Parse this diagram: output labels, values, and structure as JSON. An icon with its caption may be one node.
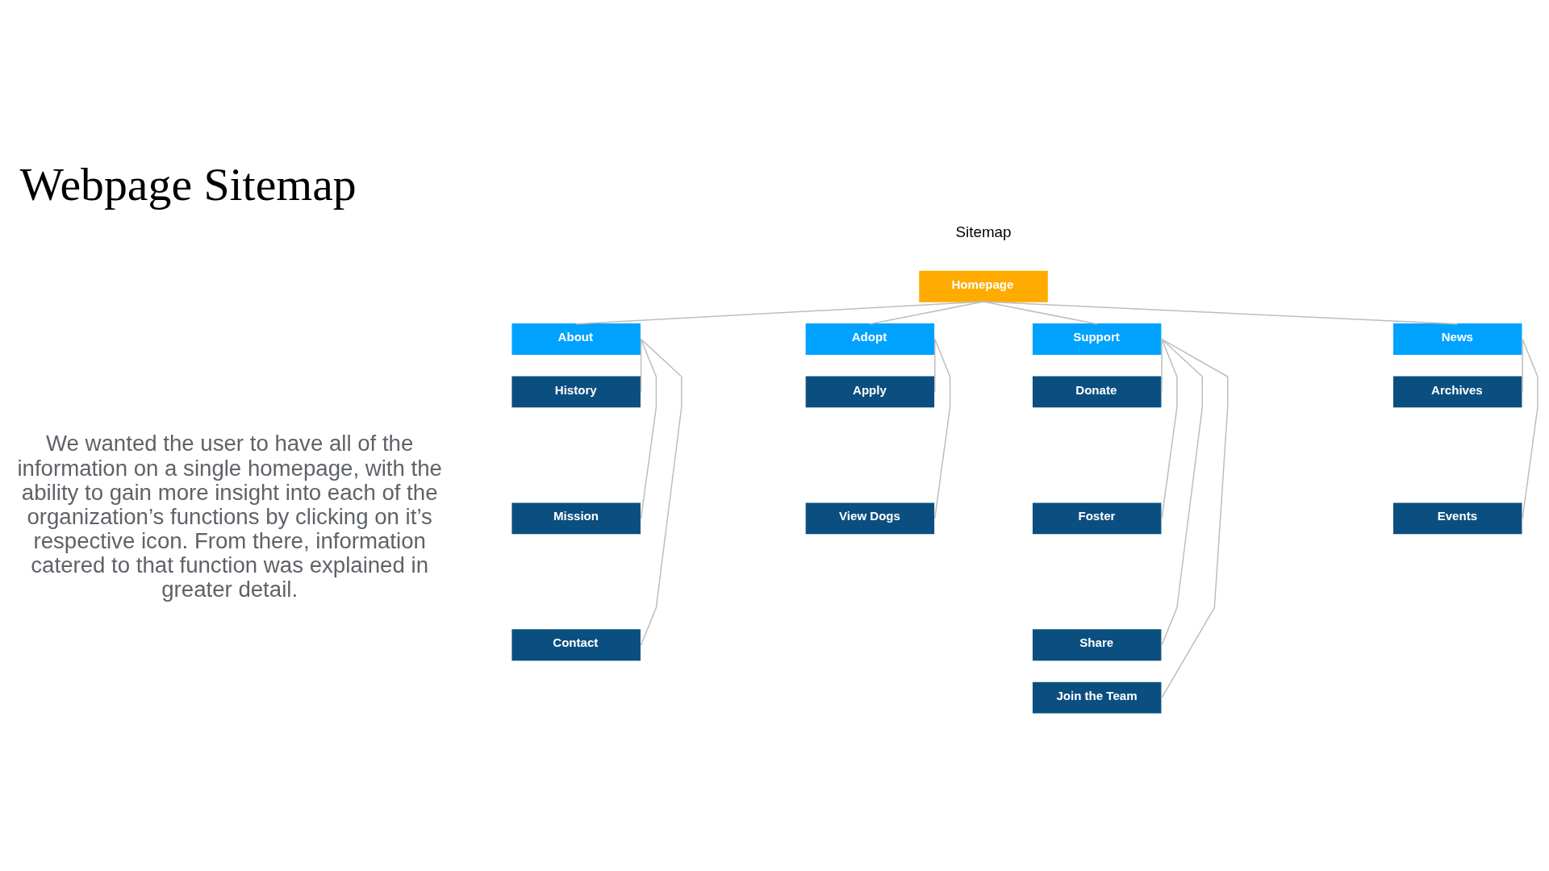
{
  "diagram": {
    "title": "Webpage Sitemap",
    "nodes": [
      {
        "text": [
          "Homepage"
        ]
      },
      {
        "text": [
          "About"
        ]
      },
      {
        "text": [
          "Adopt"
        ]
      },
      {
        "text": [
          "Support"
        ]
      },
      {
        "text": [
          "News"
        ]
      },
      {
        "text": [
          "History"
        ]
      },
      {
        "text": [
          "Mission"
        ]
      },
      {
        "text": [
          "Contact"
        ]
      },
      {
        "text": [
          "Apply"
        ]
      },
      {
        "text": [
          "View Dogs"
        ]
      },
      {
        "text": [
          "Donate"
        ]
      },
      {
        "text": [
          "Foster"
        ]
      },
      {
        "text": [
          "Share"
        ]
      },
      {
        "text": [
          "Join the Team"
        ]
      },
      {
        "text": [
          "Archives"
        ]
      },
      {
        "text": [
          "Events"
        ]
      }
    ],
    "edges": [
      {
        "from": 0,
        "to": 1,
        "arrow": "none"
      },
      {
        "from": 0,
        "to": 2,
        "arrow": "none"
      },
      {
        "from": 0,
        "to": 3,
        "arrow": "none"
      },
      {
        "from": 0,
        "to": 4,
        "arrow": "none"
      },
      {
        "from": 1,
        "to": 5,
        "arrow": "none"
      },
      {
        "from": 1,
        "to": 6,
        "arrow": "none"
      },
      {
        "from": 1,
        "to": 7,
        "arrow": "none"
      },
      {
        "from": 2,
        "to": 8,
        "arrow": "none"
      },
      {
        "from": 2,
        "to": 9,
        "arrow": "none"
      },
      {
        "from": 3,
        "to": 10,
        "arrow": "none"
      },
      {
        "from": 3,
        "to": 11,
        "arrow": "none"
      },
      {
        "from": 3,
        "to": 12,
        "arrow": "none"
      },
      {
        "from": 3,
        "to": 13,
        "arrow": "none"
      },
      {
        "from": 4,
        "to": 14,
        "arrow": "none"
      },
      {
        "from": 4,
        "to": 15,
        "arrow": "none"
      }
    ],
    "labels": [
      "We wanted the user to have all of the information on a single homepage, with the ability to gain more insight into each of the organization’s functions by clicking on it’s respective icon. From there, information catered to that function was explained in greater detail.",
      "Sitemap"
    ]
  }
}
